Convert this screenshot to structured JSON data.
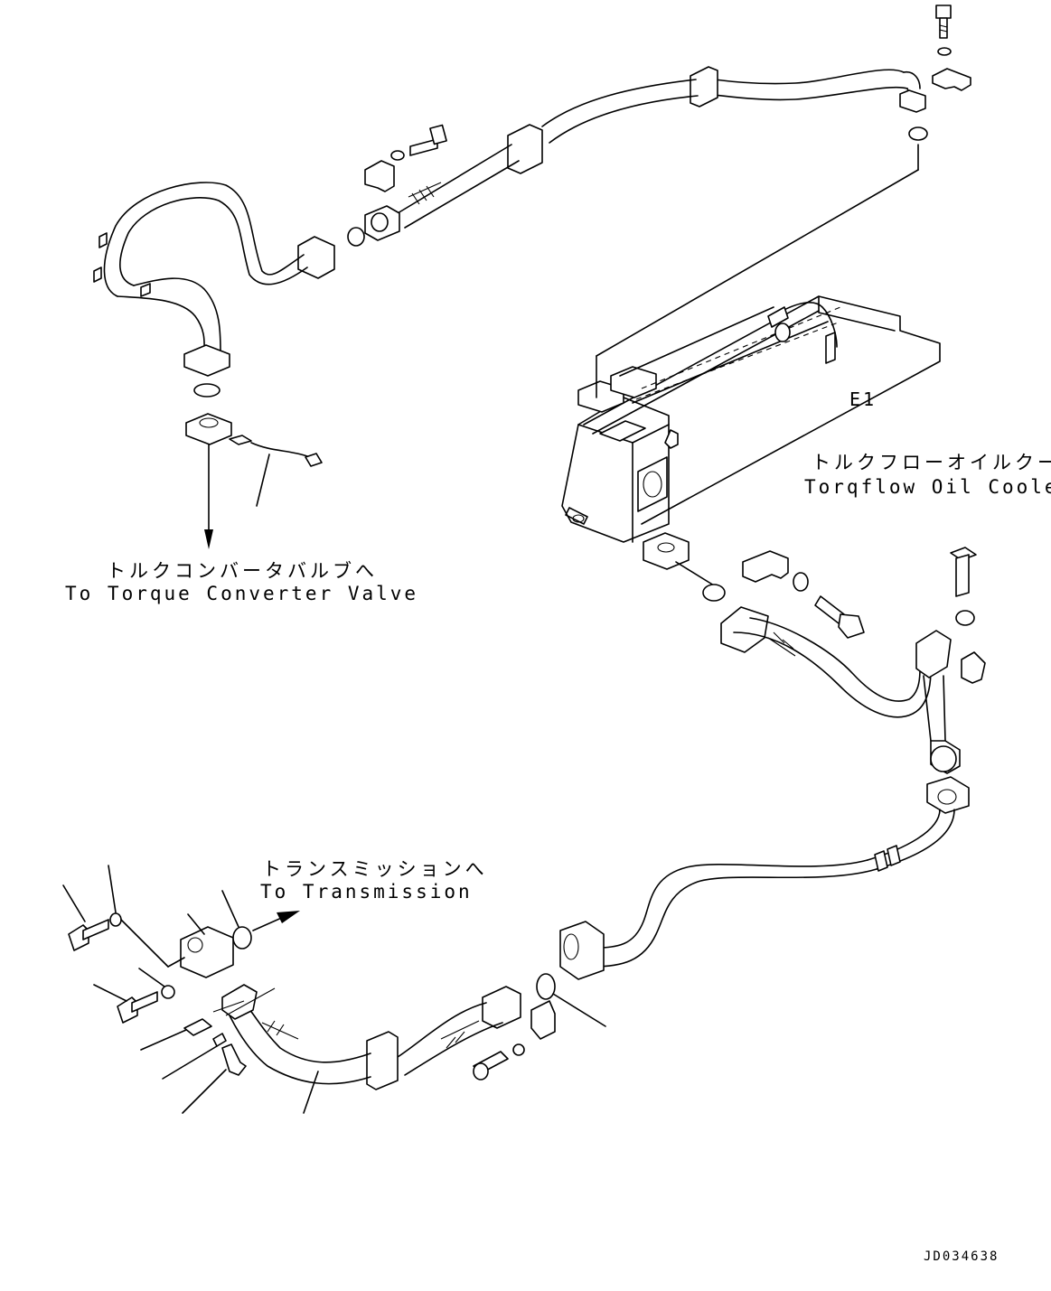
{
  "labels": {
    "torque_converter_ja": "トルクコンバータバルブへ",
    "torque_converter_en": "To Torque Converter Valve",
    "oil_cooler_ja": "トルクフローオイルクーラ",
    "oil_cooler_en": "Torqflow Oil Cooler",
    "transmission_ja": "トランスミッションへ",
    "transmission_en": "To Transmission",
    "view_ref": "E1",
    "drawing_code": "JD034638"
  }
}
